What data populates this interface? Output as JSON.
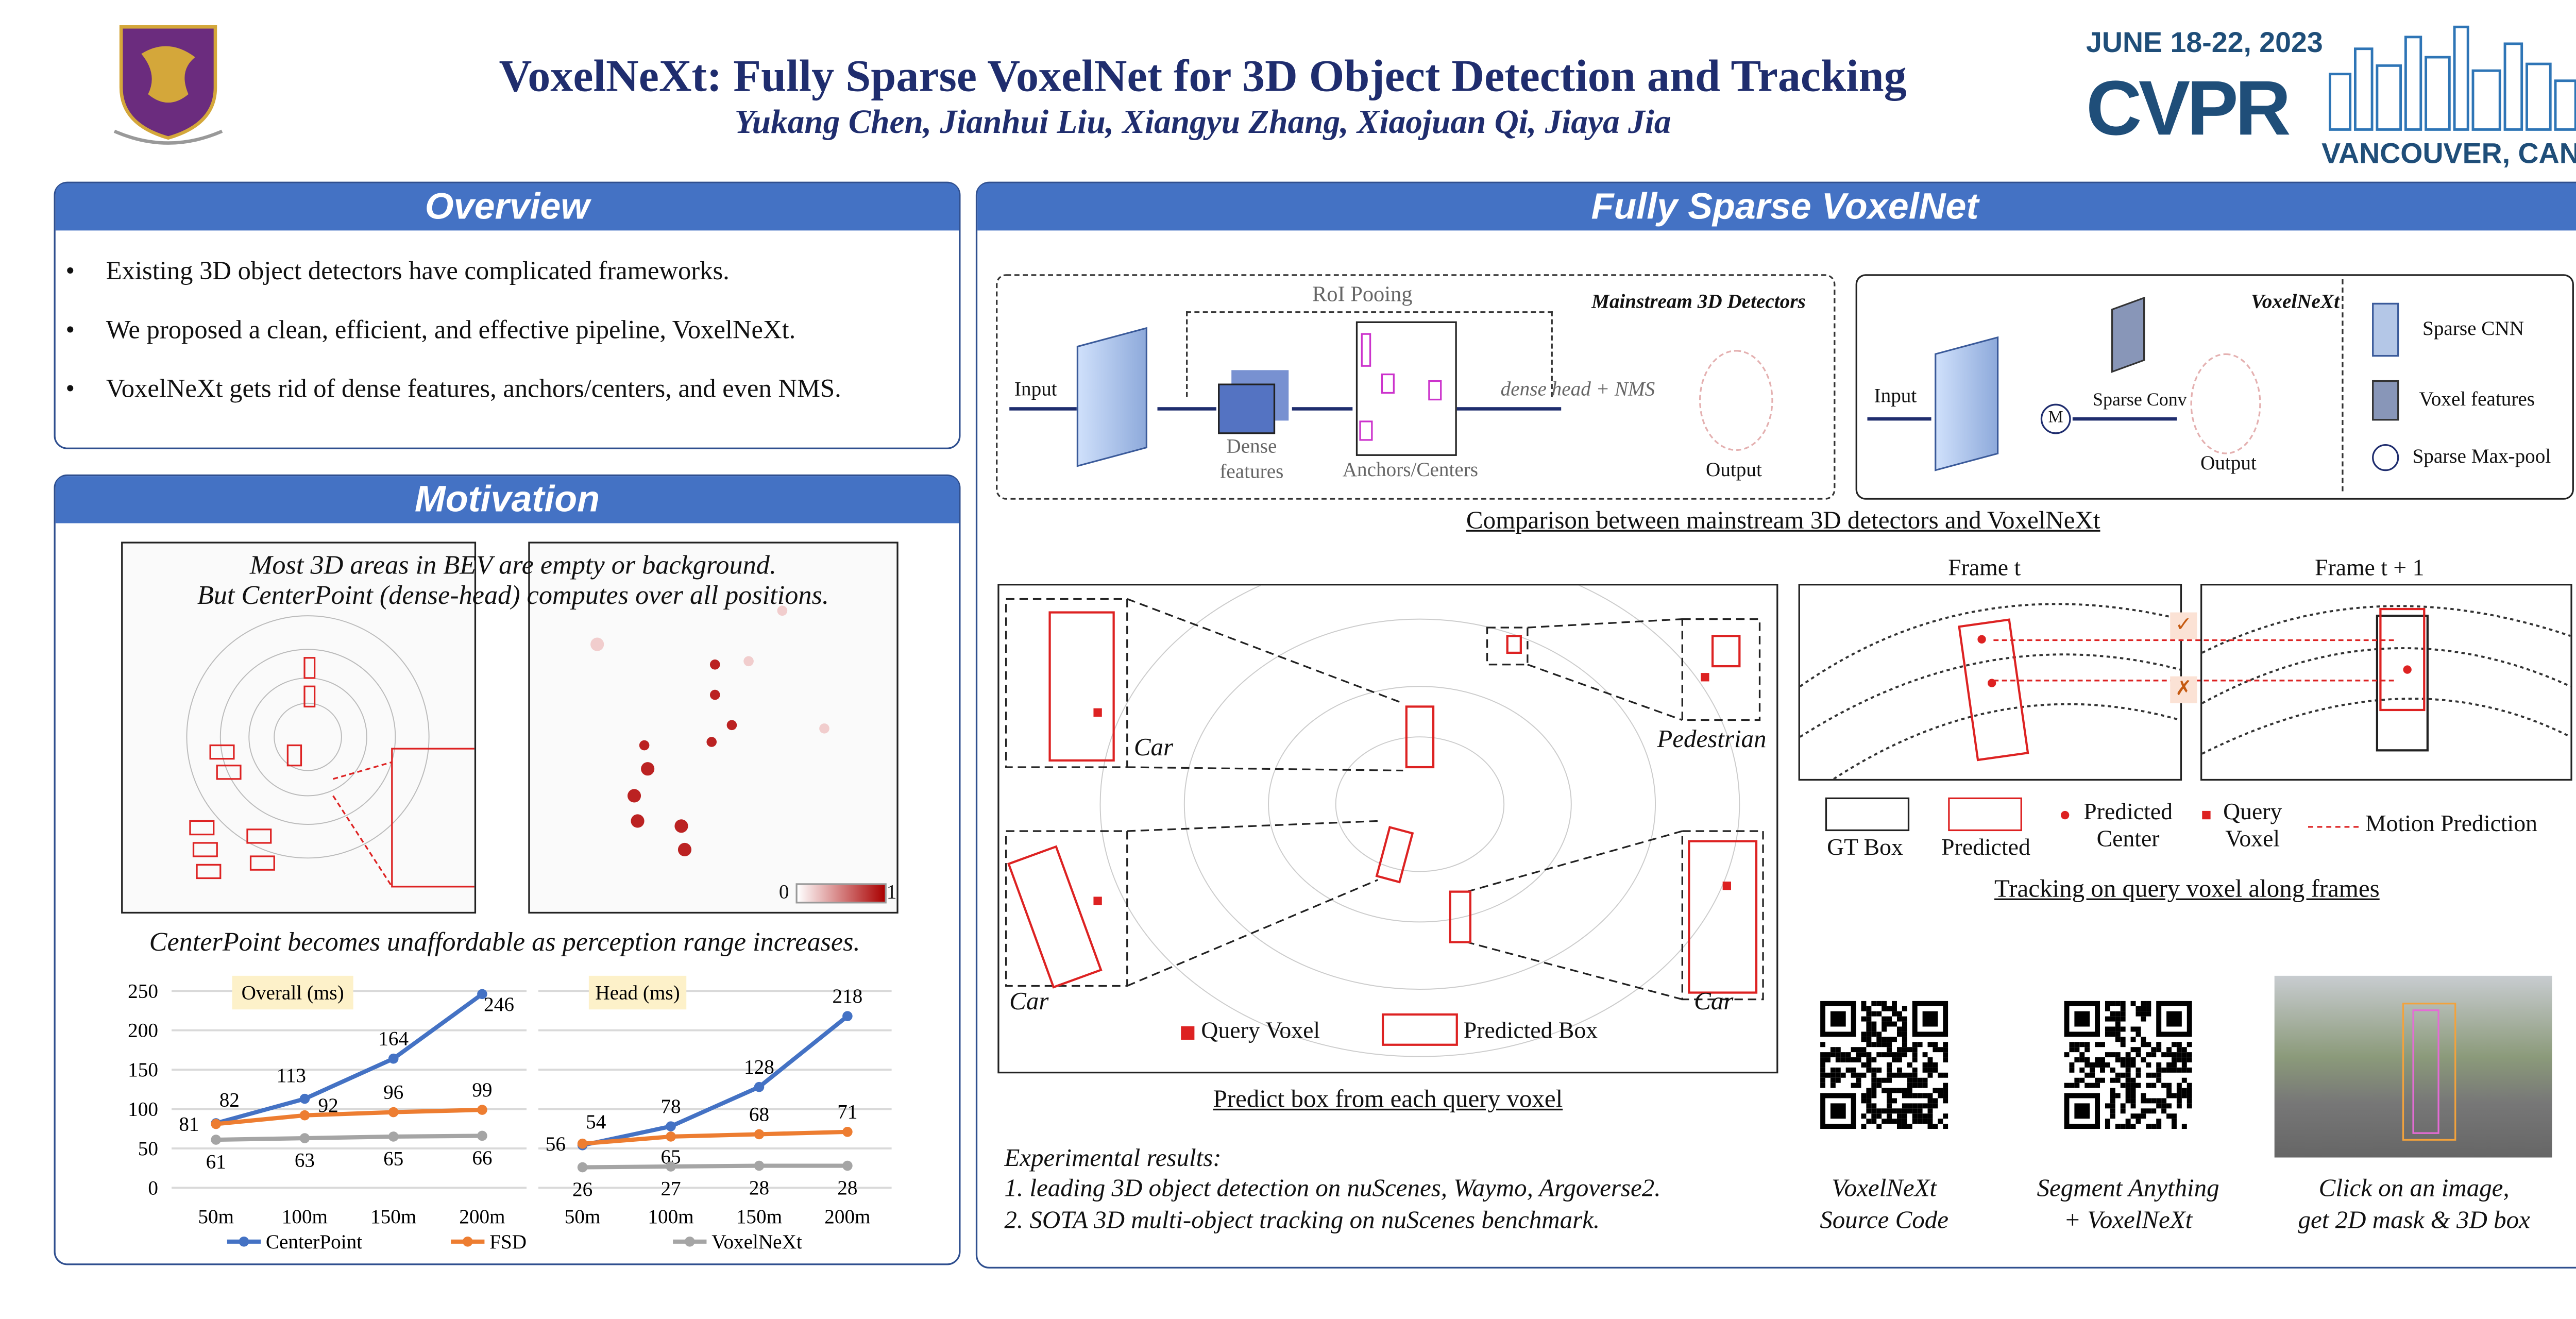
{
  "header": {
    "title": "VoxelNeXt: Fully Sparse VoxelNet for 3D Object Detection and Tracking",
    "authors": "Yukang Chen, Jianhui Liu, Xiangyu Zhang, Xiaojuan Qi, Jiaya Jia",
    "conference": {
      "dates": "JUNE 18-22, 2023",
      "name": "CVPR",
      "location": "VANCOUVER, CANADA"
    }
  },
  "overview": {
    "title": "Overview",
    "bullets": [
      "Existing 3D object detectors have complicated frameworks.",
      "We proposed a clean, efficient, and effective pipeline, VoxelNeXt.",
      "VoxelNeXt gets rid of dense features, anchors/centers, and even NMS."
    ]
  },
  "motivation": {
    "title": "Motivation",
    "caption_line1": "Most 3D areas in BEV are empty or background.",
    "caption_line2": "But CenterPoint (dense-head) computes over all positions.",
    "colorbar_min": "0",
    "colorbar_max": "1",
    "chart_caption": "CenterPoint becomes unaffordable as perception range increases."
  },
  "chart_data": [
    {
      "type": "line",
      "title": "Overall (ms)",
      "categories": [
        "50m",
        "100m",
        "150m",
        "200m"
      ],
      "ylim": [
        0,
        250
      ],
      "yticks": [
        "0",
        "50",
        "100",
        "150",
        "200",
        "250"
      ],
      "grid": true,
      "legend": "bottom",
      "series": [
        {
          "name": "CenterPoint",
          "color": "#4472c4",
          "values": [
            82,
            113,
            164,
            246
          ]
        },
        {
          "name": "FSD",
          "color": "#ed7d31",
          "values": [
            81,
            92,
            96,
            99
          ]
        },
        {
          "name": "VoxelNeXt",
          "color": "#a5a5a5",
          "values": [
            61,
            63,
            65,
            66
          ]
        }
      ]
    },
    {
      "type": "line",
      "title": "Head (ms)",
      "categories": [
        "50m",
        "100m",
        "150m",
        "200m"
      ],
      "ylim": [
        0,
        250
      ],
      "grid": true,
      "legend": "bottom",
      "series": [
        {
          "name": "CenterPoint",
          "color": "#4472c4",
          "values": [
            54,
            78,
            128,
            218
          ]
        },
        {
          "name": "FSD",
          "color": "#ed7d31",
          "values": [
            56,
            65,
            68,
            71
          ]
        },
        {
          "name": "VoxelNeXt",
          "color": "#a5a5a5",
          "values": [
            26,
            27,
            28,
            28
          ]
        }
      ]
    }
  ],
  "method": {
    "title": "Fully Sparse VoxelNet",
    "mainstream": {
      "title": "Mainstream 3D Detectors",
      "input": "Input",
      "roi": "RoI Pooing",
      "dense_features": "Dense features",
      "anchors": "Anchors/Centers",
      "head": "dense head + NMS",
      "output": "Output"
    },
    "voxelnext": {
      "title": "VoxelNeXt",
      "input": "Input",
      "sparse_conv": "Sparse Conv",
      "maxpool_symbol": "M",
      "output": "Output",
      "legend": [
        "Sparse CNN",
        "Voxel features",
        "Sparse Max-pool"
      ]
    },
    "comparison_caption": "Comparison between mainstream 3D detectors and VoxelNeXt",
    "predict": {
      "labels": [
        "Car",
        "Car",
        "Car",
        "Pedestrian"
      ],
      "legend_query": "Query Voxel",
      "legend_box": "Predicted Box",
      "caption": "Predict box from each query voxel"
    },
    "tracking": {
      "frame_t": "Frame t",
      "frame_t1": "Frame t + 1",
      "check": "✓",
      "cross": "✗",
      "legend": [
        "GT Box",
        "Predicted",
        "Predicted Center",
        "Query Voxel",
        "Motion Prediction"
      ],
      "caption": "Tracking on query voxel along frames"
    },
    "results": {
      "heading": "Experimental results:",
      "items": [
        "1.   leading 3D object detection on nuScenes, Waymo, Argoverse2.",
        "2.   SOTA 3D multi-object tracking on nuScenes benchmark."
      ]
    },
    "links": [
      {
        "line1": "VoxelNeXt",
        "line2": "Source Code"
      },
      {
        "line1": "Segment Anything",
        "line2": "+ VoxelNeXt"
      },
      {
        "line1": "Click on an image,",
        "line2": "get 2D mask & 3D box"
      }
    ]
  }
}
